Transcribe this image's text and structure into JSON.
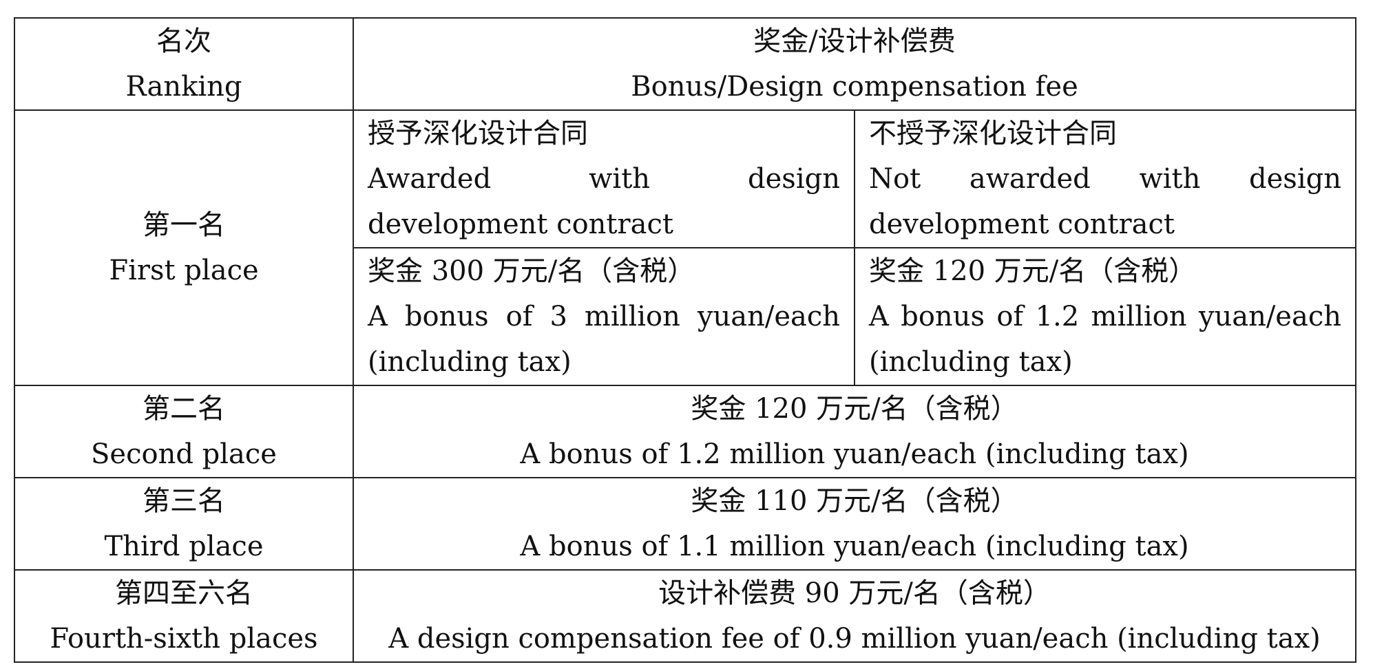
{
  "header": {
    "ranking_zh": "名次",
    "ranking_en": "Ranking",
    "fee_zh": "奖金/设计补偿费",
    "fee_en": "Bonus/Design compensation fee"
  },
  "first": {
    "rank_zh": "第一名",
    "rank_en": "First place",
    "awarded_zh": "授予深化设计合同",
    "awarded_en": "Awarded with design development contract",
    "not_awarded_zh": "不授予深化设计合同",
    "not_awarded_en": "Not awarded with design development contract",
    "awarded_bonus_zh": "奖金 300 万元/名（含税）",
    "awarded_bonus_en": "A bonus of 3 million yuan/each (including tax)",
    "not_awarded_bonus_zh": "奖金 120 万元/名（含税）",
    "not_awarded_bonus_en": "A bonus of 1.2 million yuan/each (including tax)"
  },
  "second": {
    "rank_zh": "第二名",
    "rank_en": "Second place",
    "bonus_zh": "奖金 120 万元/名（含税）",
    "bonus_en": "A bonus of 1.2 million yuan/each (including tax)"
  },
  "third": {
    "rank_zh": "第三名",
    "rank_en": "Third place",
    "bonus_zh": "奖金 110 万元/名（含税）",
    "bonus_en": "A bonus of 1.1 million yuan/each (including tax)"
  },
  "fourth_sixth": {
    "rank_zh": "第四至六名",
    "rank_en": "Fourth-sixth places",
    "bonus_zh": "设计补偿费  90 万元/名（含税）",
    "bonus_en": "A design compensation fee of 0.9 million yuan/each (including tax)"
  }
}
